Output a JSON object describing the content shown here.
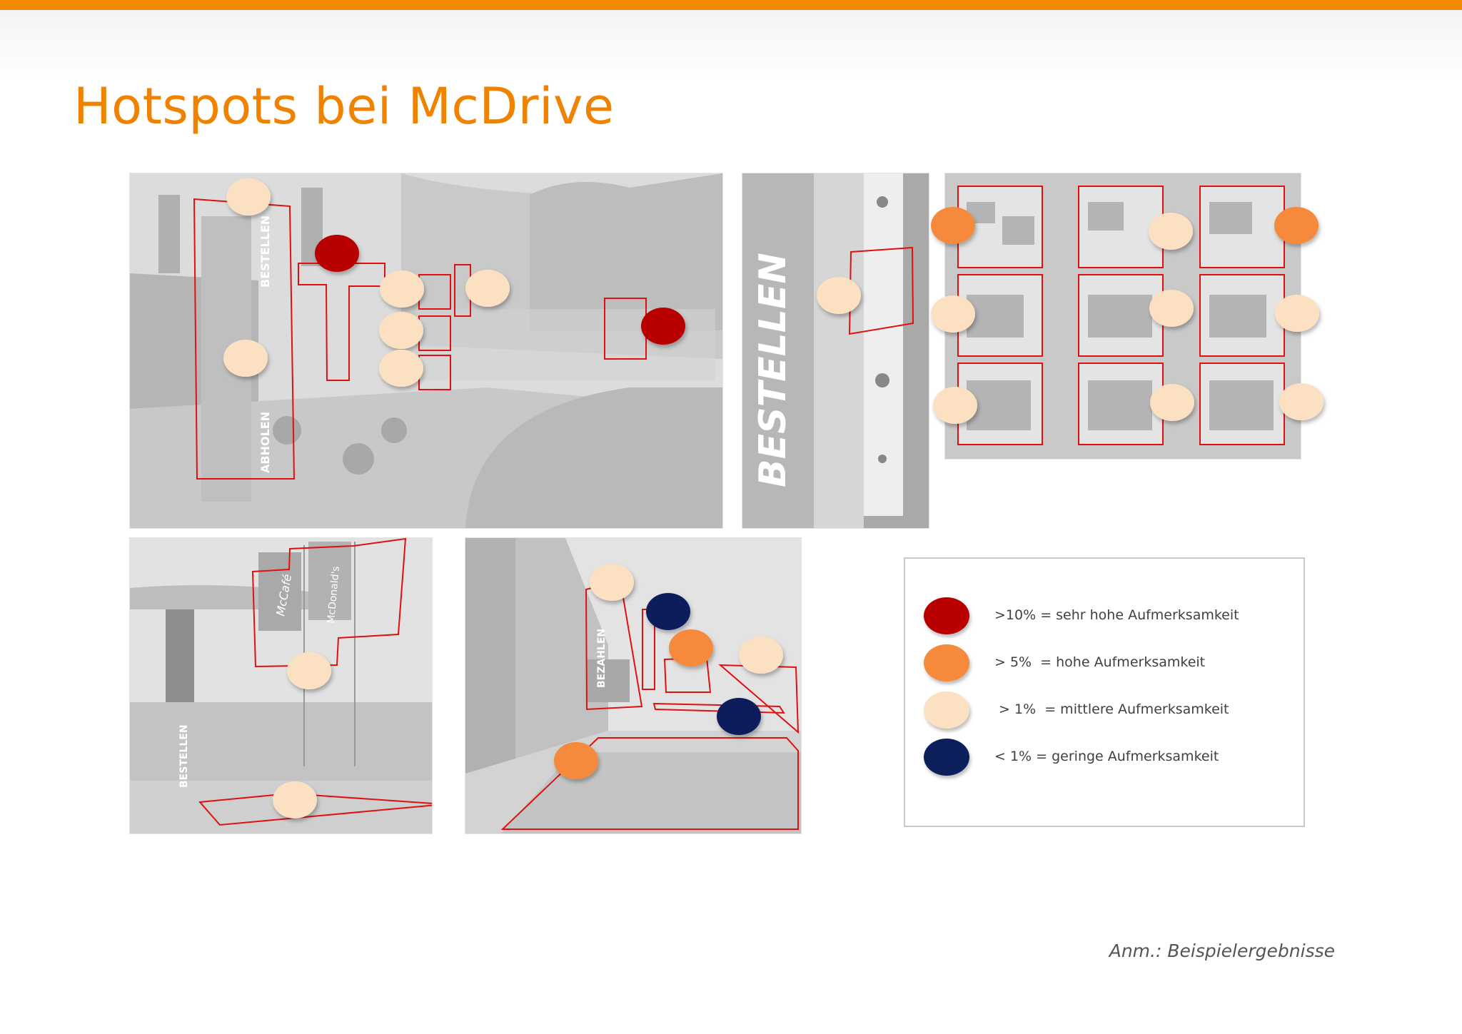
{
  "slide": {
    "title": "Hotspots bei McDrive",
    "note": "Anm.: Beispielergebnisse"
  },
  "colors": {
    "accent": "#ef8200",
    "very_high": "#b80000",
    "high": "#f58a3c",
    "medium": "#fbe1c2",
    "low": "#0d1f5a",
    "marking": "#e01010"
  },
  "legend": {
    "items": [
      {
        "level": "very_high",
        "label": ">10% = sehr hohe Aufmerksamkeit"
      },
      {
        "level": "high",
        "label": "> 5%  = hohe Aufmerksamkeit"
      },
      {
        "level": "medium",
        "label": " > 1%  = mittlere Aufmerksamkeit"
      },
      {
        "level": "low",
        "label": "< 1% = geringe Aufmerksamkeit"
      }
    ]
  },
  "photos": [
    {
      "label": "BESTELLEN"
    },
    {
      "label": "ABHOLEN"
    },
    {
      "label": "BESTELLEN"
    },
    {
      "label": "BESTELLEN"
    },
    {
      "label": "McCafé"
    },
    {
      "label": "McDonald's"
    },
    {
      "label": "BEZAHLEN"
    }
  ]
}
